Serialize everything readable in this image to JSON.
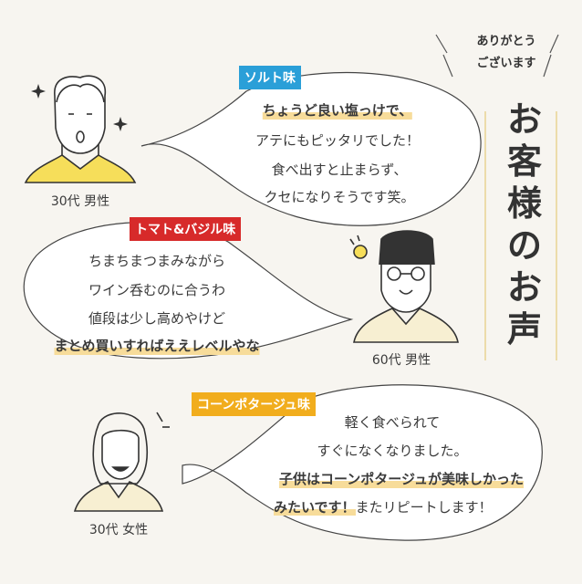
{
  "header": {
    "thanks_line1": "ありがとう",
    "thanks_line2": "ございます"
  },
  "title_chars": [
    "お",
    "客",
    "様",
    "の",
    "お",
    "声"
  ],
  "colors": {
    "salt": "#2a9fd8",
    "tomato": "#d72a2a",
    "corn": "#f1ad1d",
    "highlight": "#f7dc9a",
    "background": "#f7f5f0"
  },
  "reviews": [
    {
      "badge": "ソルト味",
      "person": "30代 男性",
      "lines": [
        "ちょうど良い塩っけで、",
        "アテにもピッタリでした！",
        "食べ出すと止まらず、",
        "クセになりそうです笑。"
      ]
    },
    {
      "badge": "トマト&バジル味",
      "person": "60代 男性",
      "lines": [
        "ちまちまつまみながら",
        "ワイン呑むのに合うわ",
        "値段は少し高めやけど",
        "まとめ買いすればええレベルやな"
      ]
    },
    {
      "badge": "コーンポタージュ味",
      "person": "30代 女性",
      "lines": [
        "軽く食べられて",
        "すぐになくなりました。",
        "子供はコーンポタージュが美味しかった",
        "みたいです！",
        "またリピートします！"
      ]
    }
  ]
}
